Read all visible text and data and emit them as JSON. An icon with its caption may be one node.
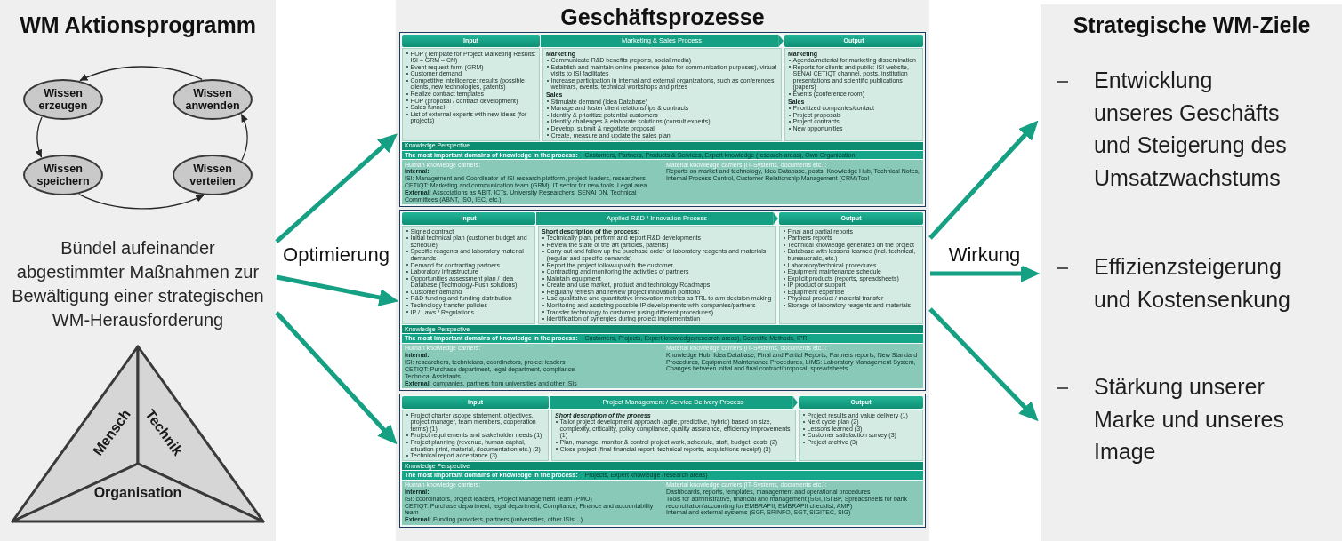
{
  "diagram": {
    "nodes": [
      {
        "text": [
          "WM Aktionsprogramm",
          "Bündel aufeinander abgestimmter Maßnahmen zur Bewältigung einer strategischen WM-Herausforderung"
        ]
      },
      {
        "text": [
          "Wissen erzeugen"
        ],
        "in": 0
      },
      {
        "text": [
          "Wissen anwenden"
        ],
        "in": 0
      },
      {
        "text": [
          "Wissen speichern"
        ],
        "in": 0
      },
      {
        "text": [
          "Wissen verteilen"
        ],
        "in": 0
      },
      {
        "text": [
          "Mensch"
        ],
        "in": 0
      },
      {
        "text": [
          "Technik"
        ],
        "in": 0
      },
      {
        "text": [
          "Organisation"
        ],
        "in": 0
      },
      {
        "text": [
          "Geschäftsprozesse"
        ]
      },
      {
        "text": [],
        "shape": "box",
        "in": 8
      },
      {
        "text": [
          "Input"
        ],
        "in": 9
      },
      {
        "text": [
          "Output"
        ],
        "in": 9
      },
      {
        "text": [
          "POP (Template for Project Marketing Results: ISI – GRM – CN)",
          "Event request form (GRM)",
          "Customer demand",
          "Competitive intelligence: results (possible clients, new technologies, patents)",
          "Realize contract templates",
          "POP (proposal / contract development)",
          "Sales funnel",
          "List of external experts with new ideas (for projects)"
        ],
        "in": 9
      },
      {
        "text": [
          "Marketing",
          "Communicate R&D benefits (reports, social media)",
          "Establish and maintain online presence (also for communication purposes), virtual visits to ISI facilitates",
          "Increase participation in internal and external organizations, such as conferences, webinars, events, technical workshops and prizes",
          "Sales",
          "Stimulate demand (Idea Database)",
          "Manage and foster client relationships & contracts",
          "Identify & prioritize potential customers",
          "Identify challenges & elaborate solutions (consult experts)",
          "Develop, submit & negotiate proposal",
          "Create, measure and update the sales plan"
        ],
        "in": 9
      },
      {
        "text": [
          "Marketing",
          "Agenda/material for marketing dissemination",
          "Reports for clients and public: ISI website, SENAI CETIQT channel, posts, institution presentations and scientific publications (papers)",
          "Events (conference room)",
          "Sales",
          "Prioritized companies/contact",
          "Project proposals",
          "Project contracts",
          "New opportunities"
        ],
        "in": 9
      },
      {
        "text": [
          "Knowledge Perspective"
        ],
        "in": 9
      },
      {
        "text": [
          "The most important domains of knowledge in the process:",
          "Customers, Partners, Products & Services, Expert knowledge (research areas), Own Organization"
        ],
        "in": 9
      },
      {
        "text": [
          "Human knowledge carriers:",
          "Internal:",
          "ISI: Management and Coordinator of ISI research platform, project leaders, researchers",
          "CETIQT: Marketing and communication team (GRM), IT sector for new tools, Legal area",
          "**External:** Associations as ABIT, ICTs, University Researchers, SENAI DN, Technical Committees (ABNT, ISO, IEC, etc.)",
          "Material knowledge carriers (IT-Systems, documents etc.):",
          "Reports on market and technology, Idea Database, posts, Knowledge Hub, Technical Notes, Internal Process Control, Customer Relationship Management (CRM)Tool"
        ],
        "in": 9
      },
      {
        "text": [],
        "shape": "box",
        "in": 8
      },
      {
        "text": [
          "Input"
        ],
        "in": 18
      },
      {
        "text": [
          "Output"
        ],
        "in": 18
      },
      {
        "text": [
          "Signed contract",
          "Initial technical plan (customer budget and schedule)",
          "Specific reagents and laboratory material demands",
          "Demand for contracting partners",
          "Laboratory infrastructure",
          "Opportunities assessment plan / Idea Database (Technology-Push solutions)",
          "Customer demand",
          "R&D funding and funding distribution",
          "Technology transfer policies",
          "IP / Laws / Regulations"
        ],
        "in": 18
      },
      {
        "text": [
          "Short description of the process:",
          "Technically plan, perform and report R&D developments",
          "Review the state of the art (articles, patents)",
          "Carry out and follow up the purchase order of laboratory reagents and materials (regular and specific demands)",
          "Report the project follow-up with the customer",
          "Contracting and monitoring the activities of partners",
          "Maintain equipment",
          "Create and use market, product and technology Roadmaps",
          "Regularly refresh and review project innovation portfolio",
          "Use qualitative and quantitative innovation metrics as TRL to aim decision making",
          "Monitoring and assisting possible IP developments with companies/partners",
          "Transfer technology to customer (using different procedures)",
          "Identification of synergies during project implementation"
        ],
        "in": 18
      },
      {
        "text": [
          "Final and partial reports",
          "Partners reports",
          "Technical knowledge generated on the project",
          "Database with lessons learned (incl. technical, bureaucratic, etc.)",
          "Laboratory/technical procedures",
          "Equipment maintenance schedule",
          "Explicit products (reports, spreadsheets)",
          "IP product or support",
          "Equipment expertise",
          "Physical product / material transfer",
          "Storage of laboratory reagents and materials"
        ],
        "in": 18
      },
      {
        "text": [
          "Knowledge Perspective"
        ],
        "in": 18
      },
      {
        "text": [
          "The most important domains of knowledge in the process:",
          "Customers, Projects, Expert knowledge(research areas), Scientific Methods, IPR"
        ],
        "in": 18
      },
      {
        "text": [
          "Human knowledge carriers:",
          "Internal:",
          "ISI: researchers, technicians, coordinators, project leaders",
          "CETIQT: Purchase department, legal department, compliance",
          "Technical Assistants",
          "**External:** companies, partners from universities and other ISIs",
          "Material knowledge carriers (IT-Systems, documents etc.):",
          "Knowledge Hub, Idea Database, Final and Partial Reports, Partners reports, New Standard Procedures, Equipment Maintenance Procedures, LIMS: Laboratory Management System, Changes between initial and final contract/proposal, spreadsheets"
        ],
        "in": 18
      },
      {
        "text": [],
        "shape": "box",
        "in": 8
      },
      {
        "text": [
          "Input"
        ],
        "in": 27
      },
      {
        "text": [
          "Output"
        ],
        "in": 27
      },
      {
        "text": [
          "Project charter (scope statement, objectives, project manager, team members, cooperation terms) (1)",
          "Project requirements and stakeholder needs (1)",
          "Project planning (revenue, human capital, situation print, material, documentation etc.) (2)",
          "Technical report acceptance (3)"
        ],
        "in": 27
      },
      {
        "text": [
          "Short description of the process",
          "Tailor project development approach (agile, predictive, hybrid) based on size, complexity, criticality, policy compliance, quality assurance, efficiency improvements (1)",
          "Plan, manage, monitor & control project work, schedule, staff, budget, costs (2)",
          "Close project (final financial report, technical reports, acquisitions receipt) (3)"
        ],
        "in": 27
      },
      {
        "text": [
          "Project results and value delivery (1)",
          "Next cycle plan (2)",
          "Lessons learned (3)",
          "Customer satisfaction survey (3)",
          "Project archive (3)"
        ],
        "in": 27
      },
      {
        "text": [
          "Knowledge Perspective"
        ],
        "in": 27
      },
      {
        "text": [
          "The most important domains of knowledge in the process:",
          "Projects, Expert knowledge (research areas)"
        ],
        "in": 27
      },
      {
        "text": [
          "Human knowledge carriers:",
          "Internal:",
          "ISI: coordinators, project leaders, Project Management Team (PMO)",
          "CETIQT: Purchase department, legal department, Compliance, Finance and accountability team",
          "**External:** Funding providers, partners (universities, other ISIs…)",
          "Material knowledge carriers (IT-Systems, documents etc.):",
          "Dashboards, reports, templates, management and operational procedures",
          "Tools for administrative, financial and management (SGI, ISI BP, Spreadsheets for bank reconciliation/accounting for EMBRAPII, EMBRAPII checklist, AMP)",
          "Internal and external systems (SGF, SRINFO, SGT, SIGITEC, SIG)"
        ],
        "in": 27
      },
      {
        "text": [
          "Strategische WM-Ziele",
          "Entwicklung unseres Geschäfts und Steigerung des Umsatzwachstums",
          "Effizienzsteigerung und Kostensenkung",
          "Stärkung unserer Marke und unseres Image"
        ]
      }
    ],
    "edges": [
      {
        "from": 1,
        "to": 3,
        "arrow": "to",
        "color": "#262626"
      },
      {
        "from": 3,
        "to": 4,
        "arrow": "to",
        "color": "#262626"
      },
      {
        "from": 4,
        "to": 2,
        "arrow": "to",
        "color": "#262626"
      },
      {
        "from": 2,
        "to": 1,
        "arrow": "to",
        "color": "#262626"
      },
      {
        "from": 0,
        "to": 9,
        "arrow": "to"
      },
      {
        "from": 0,
        "to": 18,
        "arrow": "to",
        "label": "Optimierung"
      },
      {
        "from": 0,
        "to": 27,
        "arrow": "to"
      },
      {
        "from": 8,
        "to": 36,
        "arrow": "to"
      },
      {
        "from": 8,
        "to": 36,
        "arrow": "to",
        "label": "Wirkung"
      },
      {
        "from": 8,
        "to": 36,
        "arrow": "to"
      },
      {
        "from": 10,
        "to": 11,
        "arrow": "to",
        "label": "Marketing & Sales Process",
        "style": "thick"
      },
      {
        "from": 19,
        "to": 20,
        "arrow": "to",
        "label": "Applied R&D / Innovation Process",
        "style": "thick"
      },
      {
        "from": 28,
        "to": 29,
        "arrow": "to",
        "label": "Project Management / Service Delivery Process",
        "style": "thick"
      }
    ]
  }
}
